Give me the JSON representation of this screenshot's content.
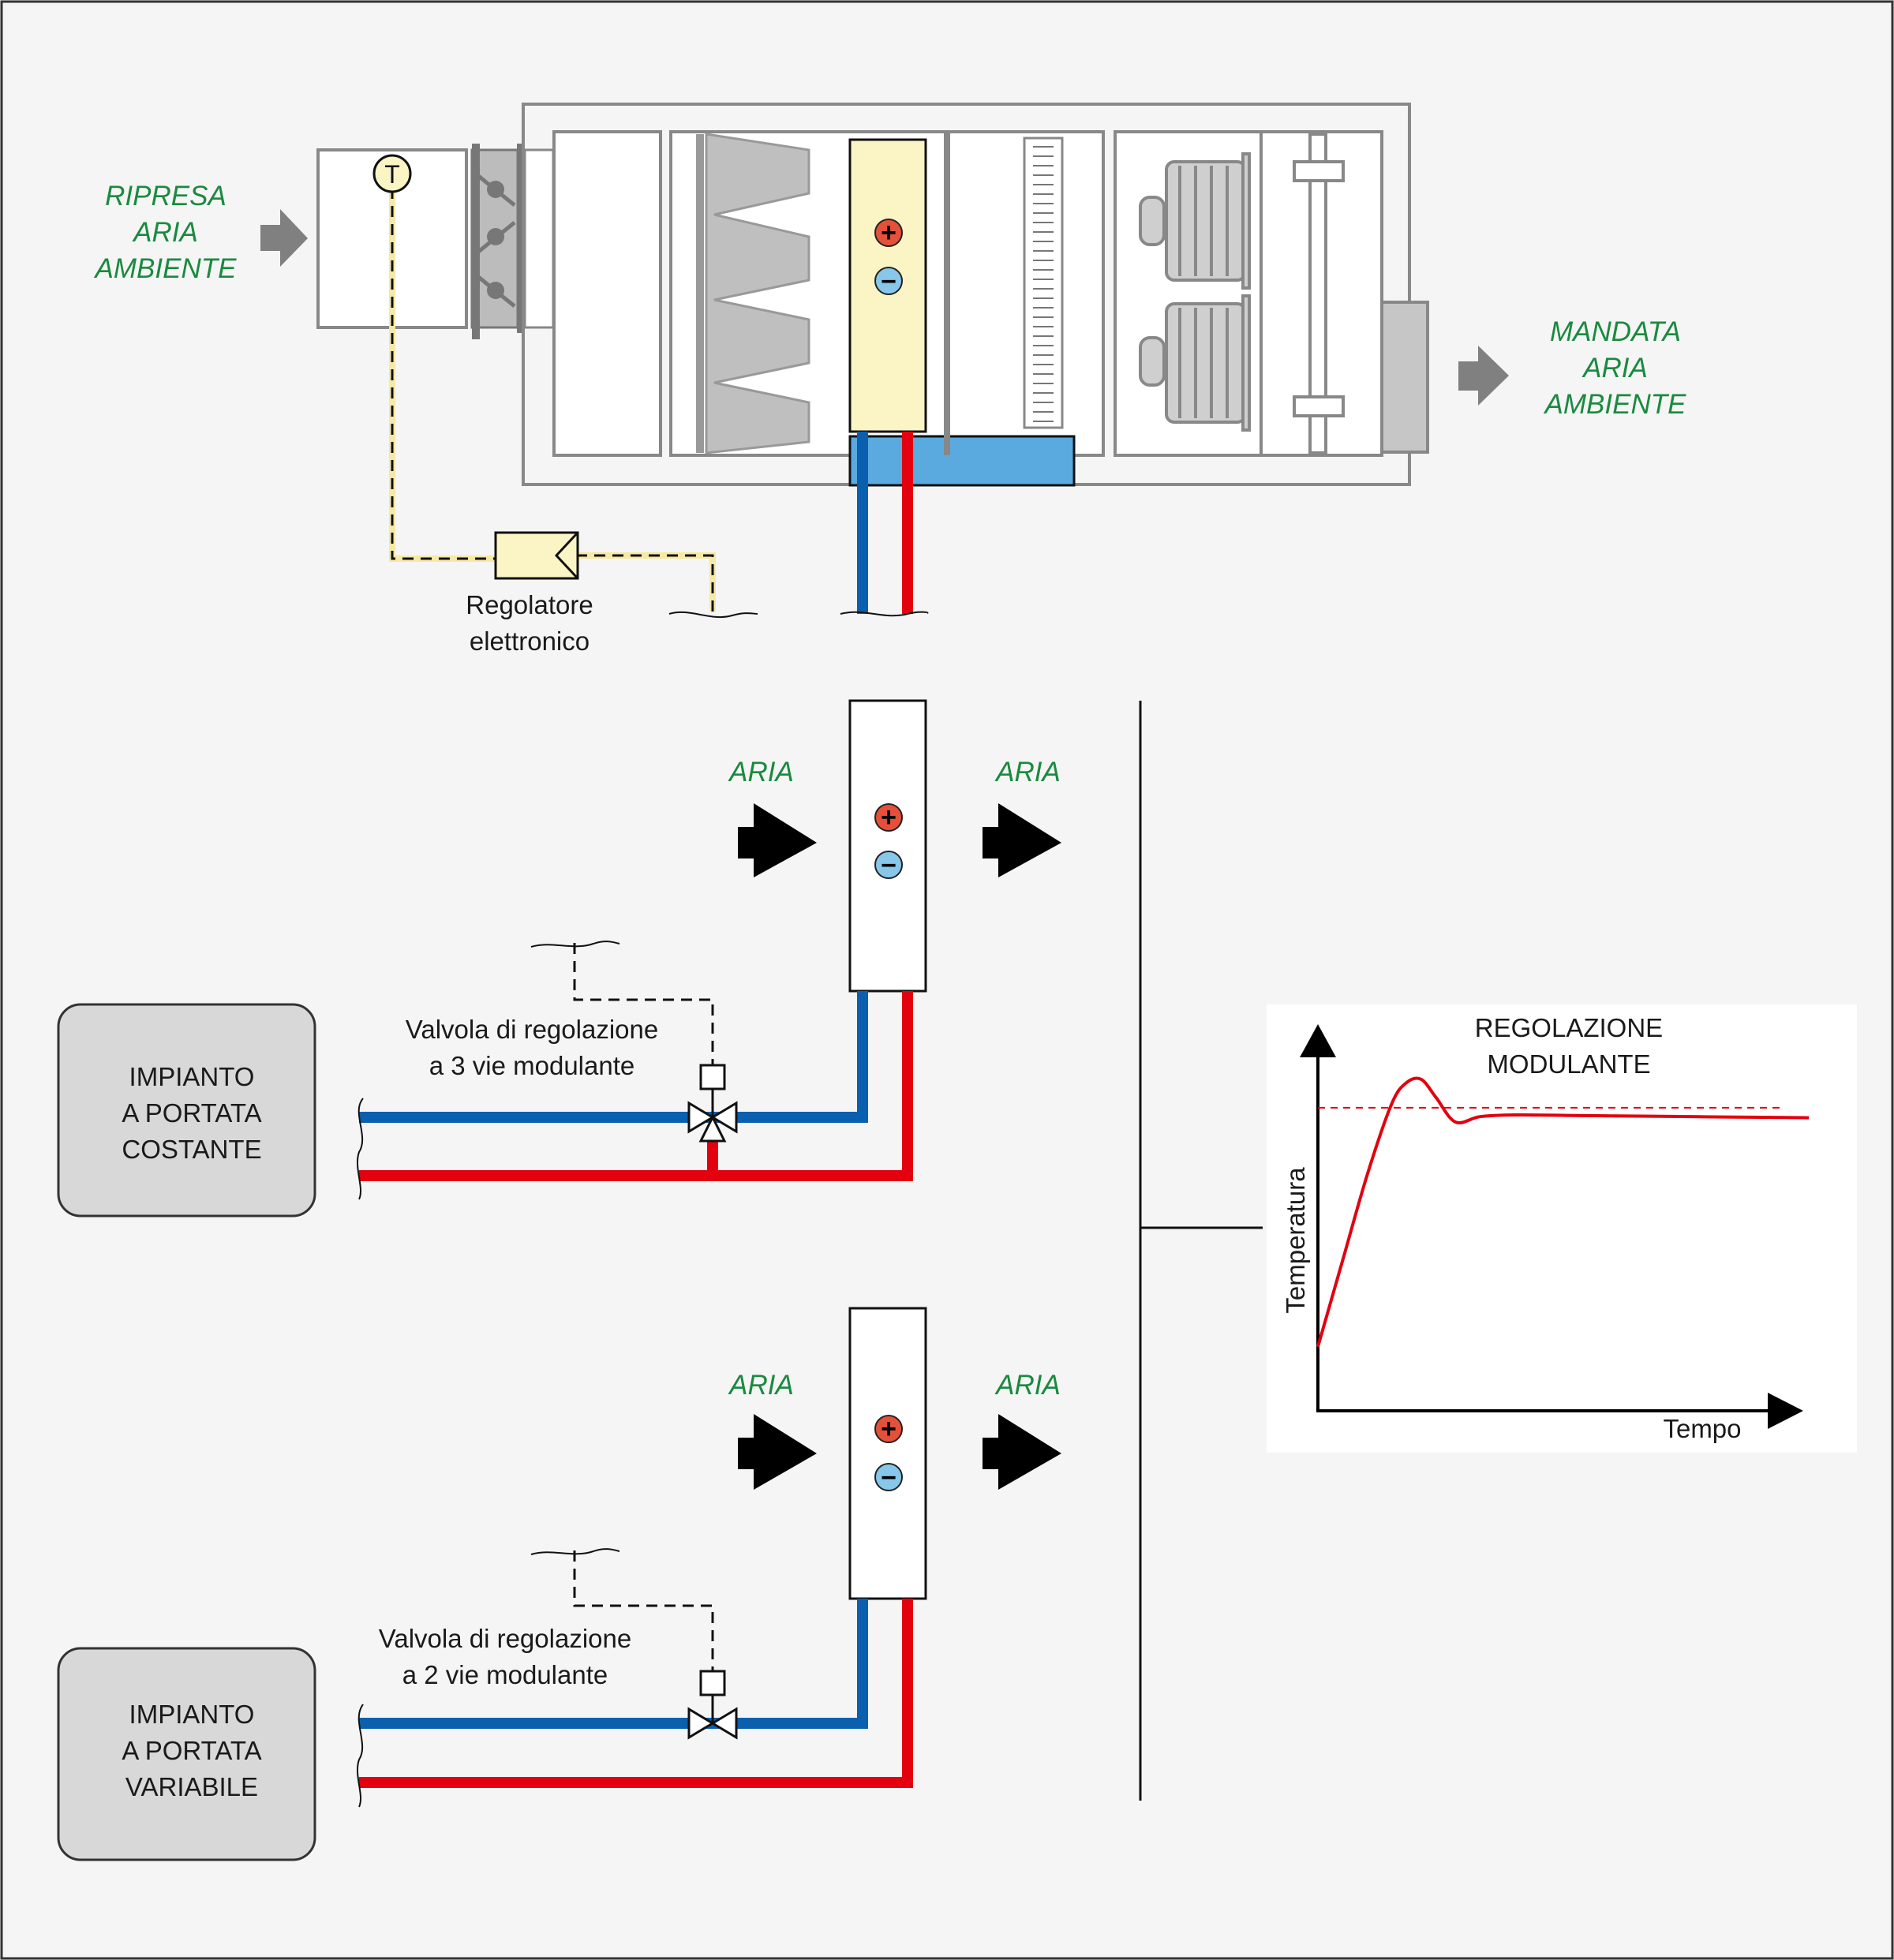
{
  "labels": {
    "return_air": [
      "RIPRESA",
      "ARIA",
      "AMBIENTE"
    ],
    "supply_air": [
      "MANDATA",
      "ARIA",
      "AMBIENTE"
    ],
    "controller": [
      "Regolatore",
      "elettronico"
    ],
    "sensor_symbol": "T",
    "air": "ARIA",
    "valve3": [
      "Valvola di regolazione",
      "a 3 vie modulante"
    ],
    "valve2": [
      "Valvola di regolazione",
      "a 2 vie modulante"
    ],
    "constant_flow": [
      "IMPIANTO",
      "A PORTATA",
      "COSTANTE"
    ],
    "variable_flow": [
      "IMPIANTO",
      "A PORTATA",
      "VARIABILE"
    ],
    "plus": "+",
    "minus": "−"
  },
  "chart": {
    "title": [
      "REGOLAZIONE",
      "MODULANTE"
    ],
    "xlabel": "Tempo",
    "ylabel": "Temperatura"
  },
  "chart_data": {
    "type": "line",
    "title": "REGOLAZIONE MODULANTE",
    "xlabel": "Tempo",
    "ylabel": "Temperatura",
    "x": [
      0,
      5,
      10,
      15,
      18,
      21,
      24,
      28,
      33,
      40,
      55,
      70,
      85,
      100
    ],
    "values": [
      0.18,
      0.42,
      0.66,
      0.86,
      0.92,
      0.93,
      0.88,
      0.81,
      0.825,
      0.83,
      0.828,
      0.826,
      0.824,
      0.822
    ],
    "setpoint": 0.85,
    "ylim": [
      0,
      1.08
    ],
    "xlim": [
      0,
      108
    ],
    "grid": false,
    "ticks": false
  },
  "colors": {
    "hot": "#e3000f",
    "cold": "#0a5fae",
    "tray": "#5aaae0",
    "coil": "#fbf4c4",
    "plus": "#e4503a",
    "minus": "#86c7ea",
    "green_text": "#1a8a3e",
    "gray_arrow": "#808080",
    "box_fill": "#d8d8d8"
  }
}
